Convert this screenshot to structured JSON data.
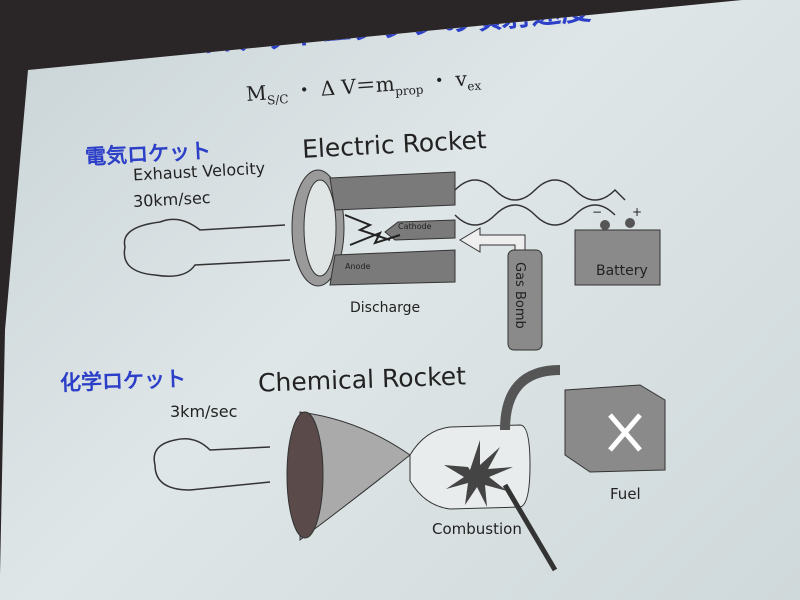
{
  "slide": {
    "title": "ロケットエンジンの噴射速度",
    "formula": {
      "m1": "M",
      "s1": "S/C",
      "dot1": " ・ Δ V＝m",
      "s2": "prop",
      "dot2": " ・ v",
      "s3": "ex"
    },
    "electric": {
      "jp_label": "電気ロケット",
      "title": "Electric Rocket",
      "velocity_label": "Exhaust Velocity",
      "velocity_value": "30km/sec",
      "cathode": "Cathode",
      "anode": "Anode",
      "discharge": "Discharge",
      "gas_bomb": "Gas Bomb",
      "battery": "Battery",
      "minus": "−",
      "plus": "+"
    },
    "chemical": {
      "jp_label": "化学ロケット",
      "title": "Chemical Rocket",
      "velocity_value": "3km/sec",
      "combustion": "Combustion",
      "fuel": "Fuel"
    }
  },
  "colors": {
    "title_blue": "#2c3fc8",
    "device_gray": "#7a7a7a"
  }
}
